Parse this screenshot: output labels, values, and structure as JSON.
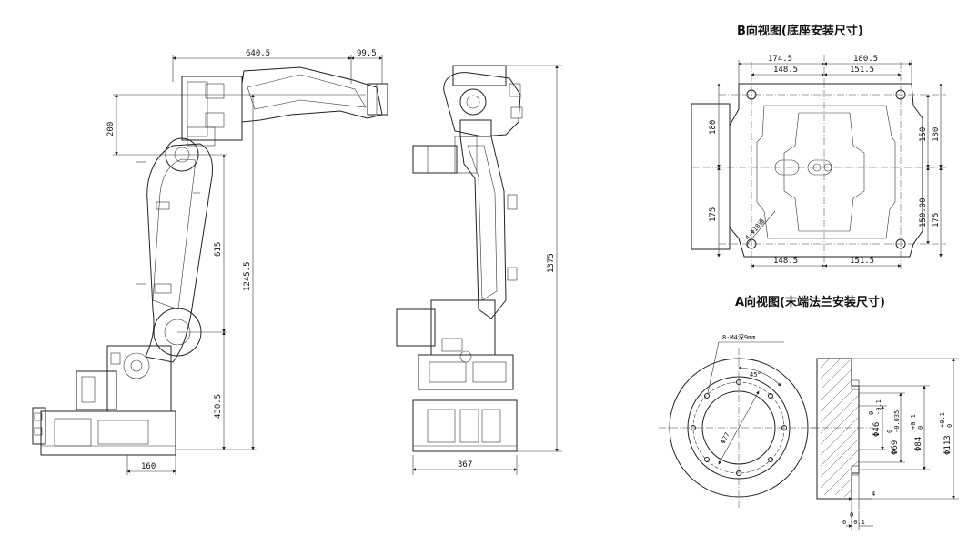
{
  "views": {
    "b_view_title": "B向视图(底座安装尺寸)",
    "a_view_title": "A向视图(末端法兰安装尺寸)"
  },
  "side_view": {
    "dims": {
      "reach_top": "640.5",
      "offset_top": "99.5",
      "arm_offset": "200",
      "upper_arm": "615",
      "total_height": "1245.5",
      "base_height": "430.5",
      "base_width": "160"
    }
  },
  "front_view": {
    "dims": {
      "height": "1375",
      "base_width": "367"
    }
  },
  "base_view": {
    "dims": {
      "top_left": "174.5",
      "top_right": "180.5",
      "inner_left": "148.5",
      "inner_right": "151.5",
      "bottom_left": "148.5",
      "bottom_right": "151.5",
      "left_upper": "180",
      "left_lower": "175",
      "right_upper_inner": "150",
      "right_upper_outer": "180",
      "right_lower_inner": "150.00",
      "right_lower_outer": "175",
      "hole_note": "4-Φ18通"
    }
  },
  "flange_view": {
    "dims": {
      "screw_note": "8-M4深9mm",
      "angle": "45°",
      "pcd": "Φ77",
      "d46": "Φ46",
      "d46_tol_upper": "0",
      "d46_tol_lower": "-0.1",
      "d69": "Φ69",
      "d69_tol_upper": "0",
      "d69_tol_lower": "-0.035",
      "d84": "Φ84",
      "d84_tol_upper": "+0.1",
      "d84_tol_lower": "0",
      "d113": "Φ113",
      "d113_tol_upper": "+0.1",
      "d113_tol_lower": "0",
      "depth": "4",
      "step": "6",
      "step_tol_upper": "0",
      "step_tol_lower": "-0.1"
    }
  }
}
